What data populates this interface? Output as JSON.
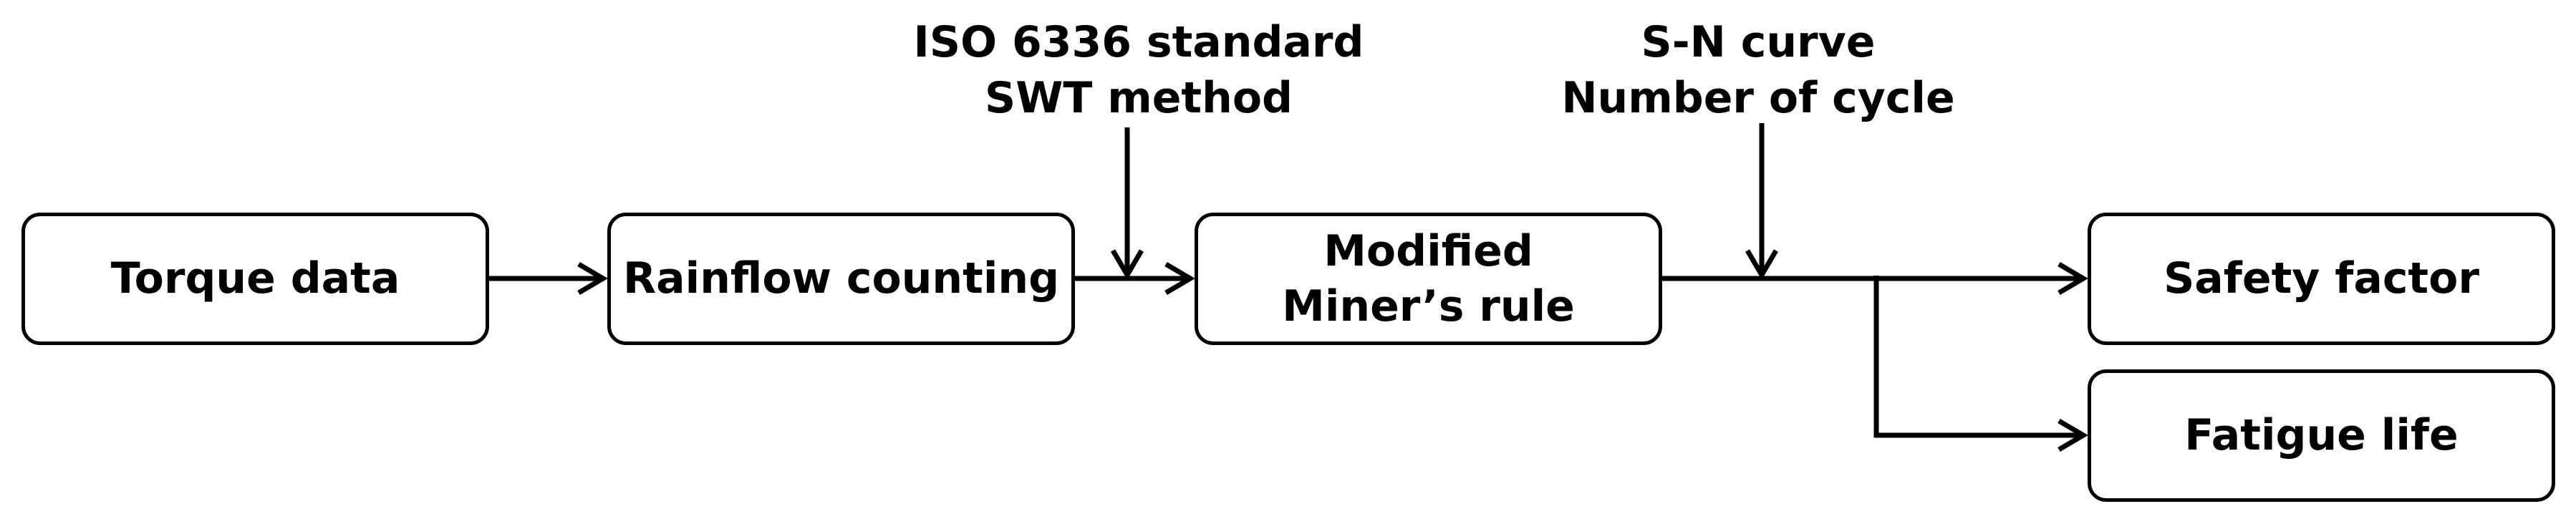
{
  "boxes": {
    "torque_data": "Torque data",
    "rainflow_counting": "Rainflow counting",
    "modified_miner_line1": "Modified",
    "modified_miner_line2": "Miner’s rule",
    "safety_factor": "Safety factor",
    "fatigue_life": "Fatigue life"
  },
  "annotations": {
    "iso_line1": "ISO 6336 standard",
    "iso_line2": "SWT method",
    "sn_line1": "S-N curve",
    "sn_line2": "Number of cycle"
  },
  "colors": {
    "stroke": "#000000",
    "background": "#ffffff"
  }
}
